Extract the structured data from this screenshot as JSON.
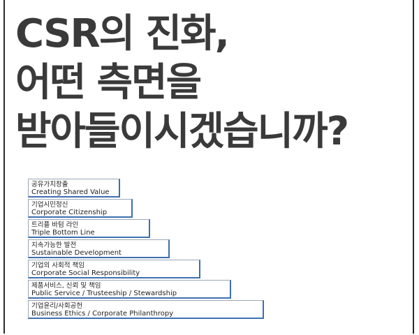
{
  "headline": {
    "line1": "CSR의 진화,",
    "line2": "어떤 측면을",
    "line3": "받아들이시겠습니까?"
  },
  "steps": [
    {
      "ko": "공유가치창출",
      "en": "Creating Shared Value"
    },
    {
      "ko": "기업시민정신",
      "en": "Corporate Citizenship"
    },
    {
      "ko": "트리플 바텀 라인",
      "en": "Triple Bottom Line"
    },
    {
      "ko": "지속가능한 발전",
      "en": "Sustainable Development"
    },
    {
      "ko": "기업의 사회적 책임",
      "en": "Corporate Social Responsibility"
    },
    {
      "ko": "제품서비스, 신뢰 및 책임",
      "en": "Public Service / Trusteeship / Stewardship"
    },
    {
      "ko": "기업윤리/사회공헌",
      "en": "Business Ethics / Corporate Philanthropy"
    }
  ]
}
